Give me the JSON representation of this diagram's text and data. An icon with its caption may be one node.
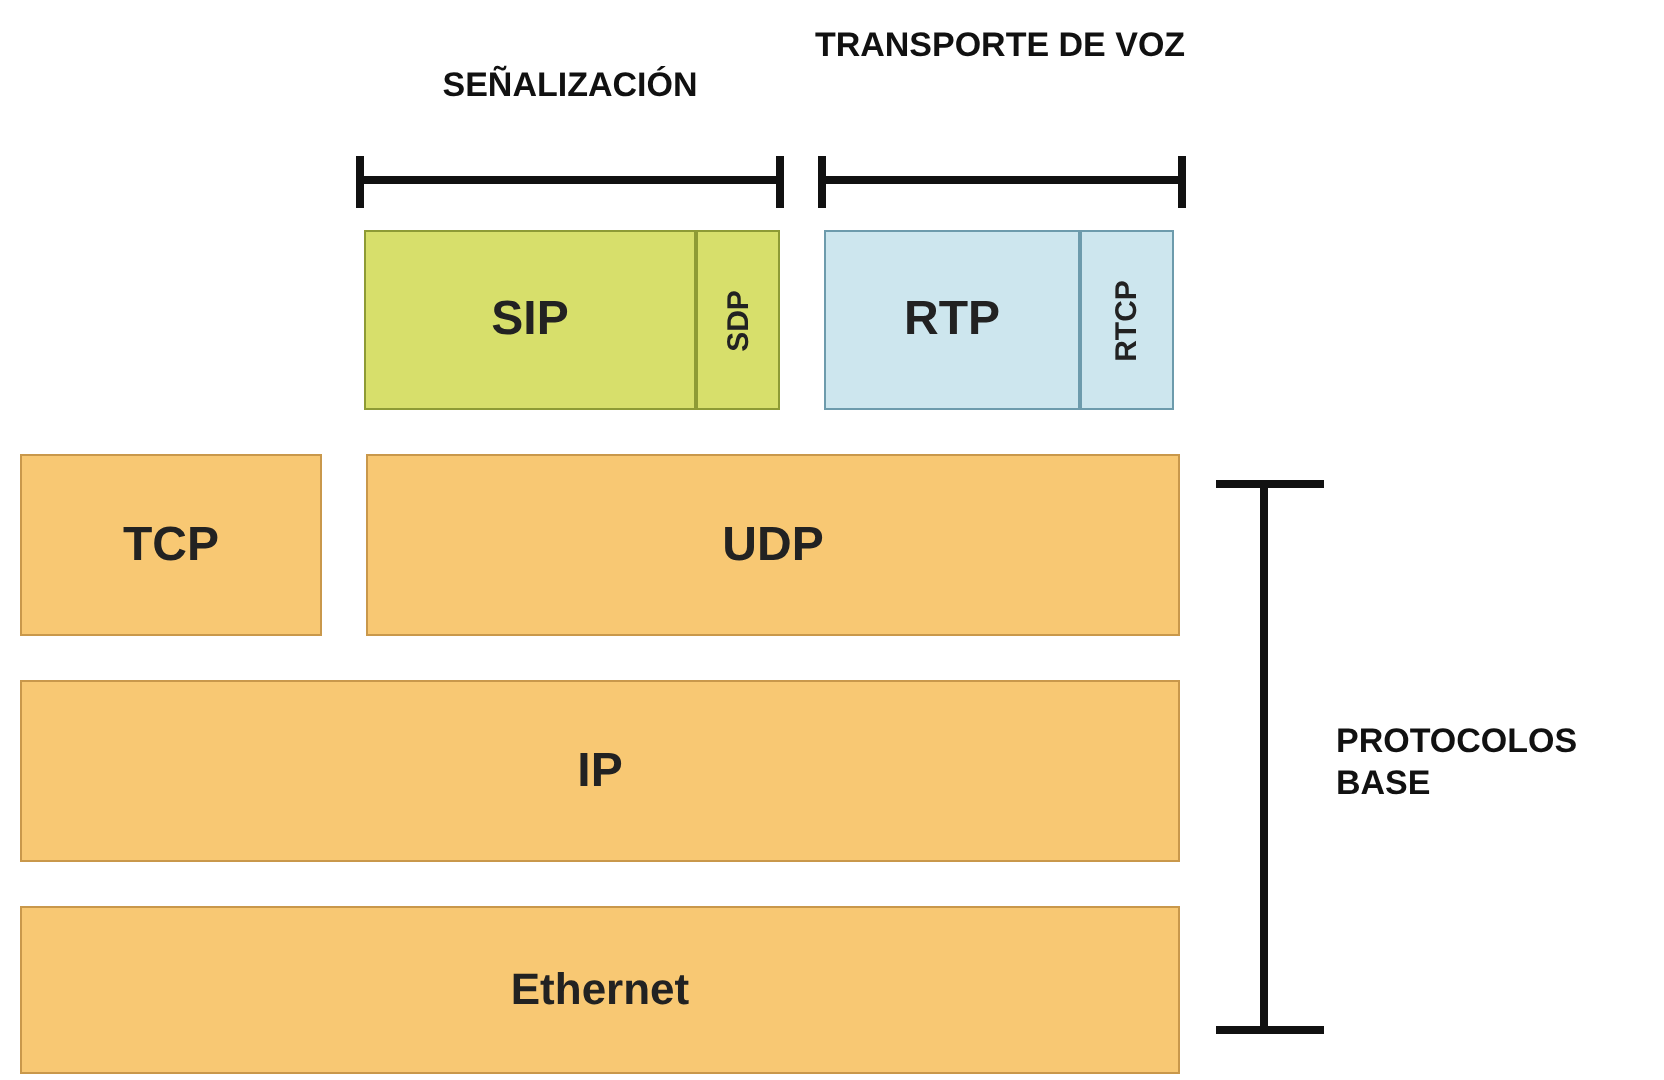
{
  "diagram": {
    "nodes": [
      {
        "text": [
          "SIP"
        ]
      },
      {
        "text": [
          "SDP"
        ]
      },
      {
        "text": [
          "RTP"
        ]
      },
      {
        "text": [
          "RTCP"
        ]
      },
      {
        "text": [
          "TCP"
        ]
      },
      {
        "text": [
          "UDP"
        ]
      },
      {
        "text": [
          "IP"
        ]
      },
      {
        "text": [
          "Ethernet"
        ]
      }
    ],
    "labels": [
      "SEÑALIZACIÓN",
      "TRANSPORTE DE VOZ",
      "PROTOCOLOS BASE"
    ]
  }
}
